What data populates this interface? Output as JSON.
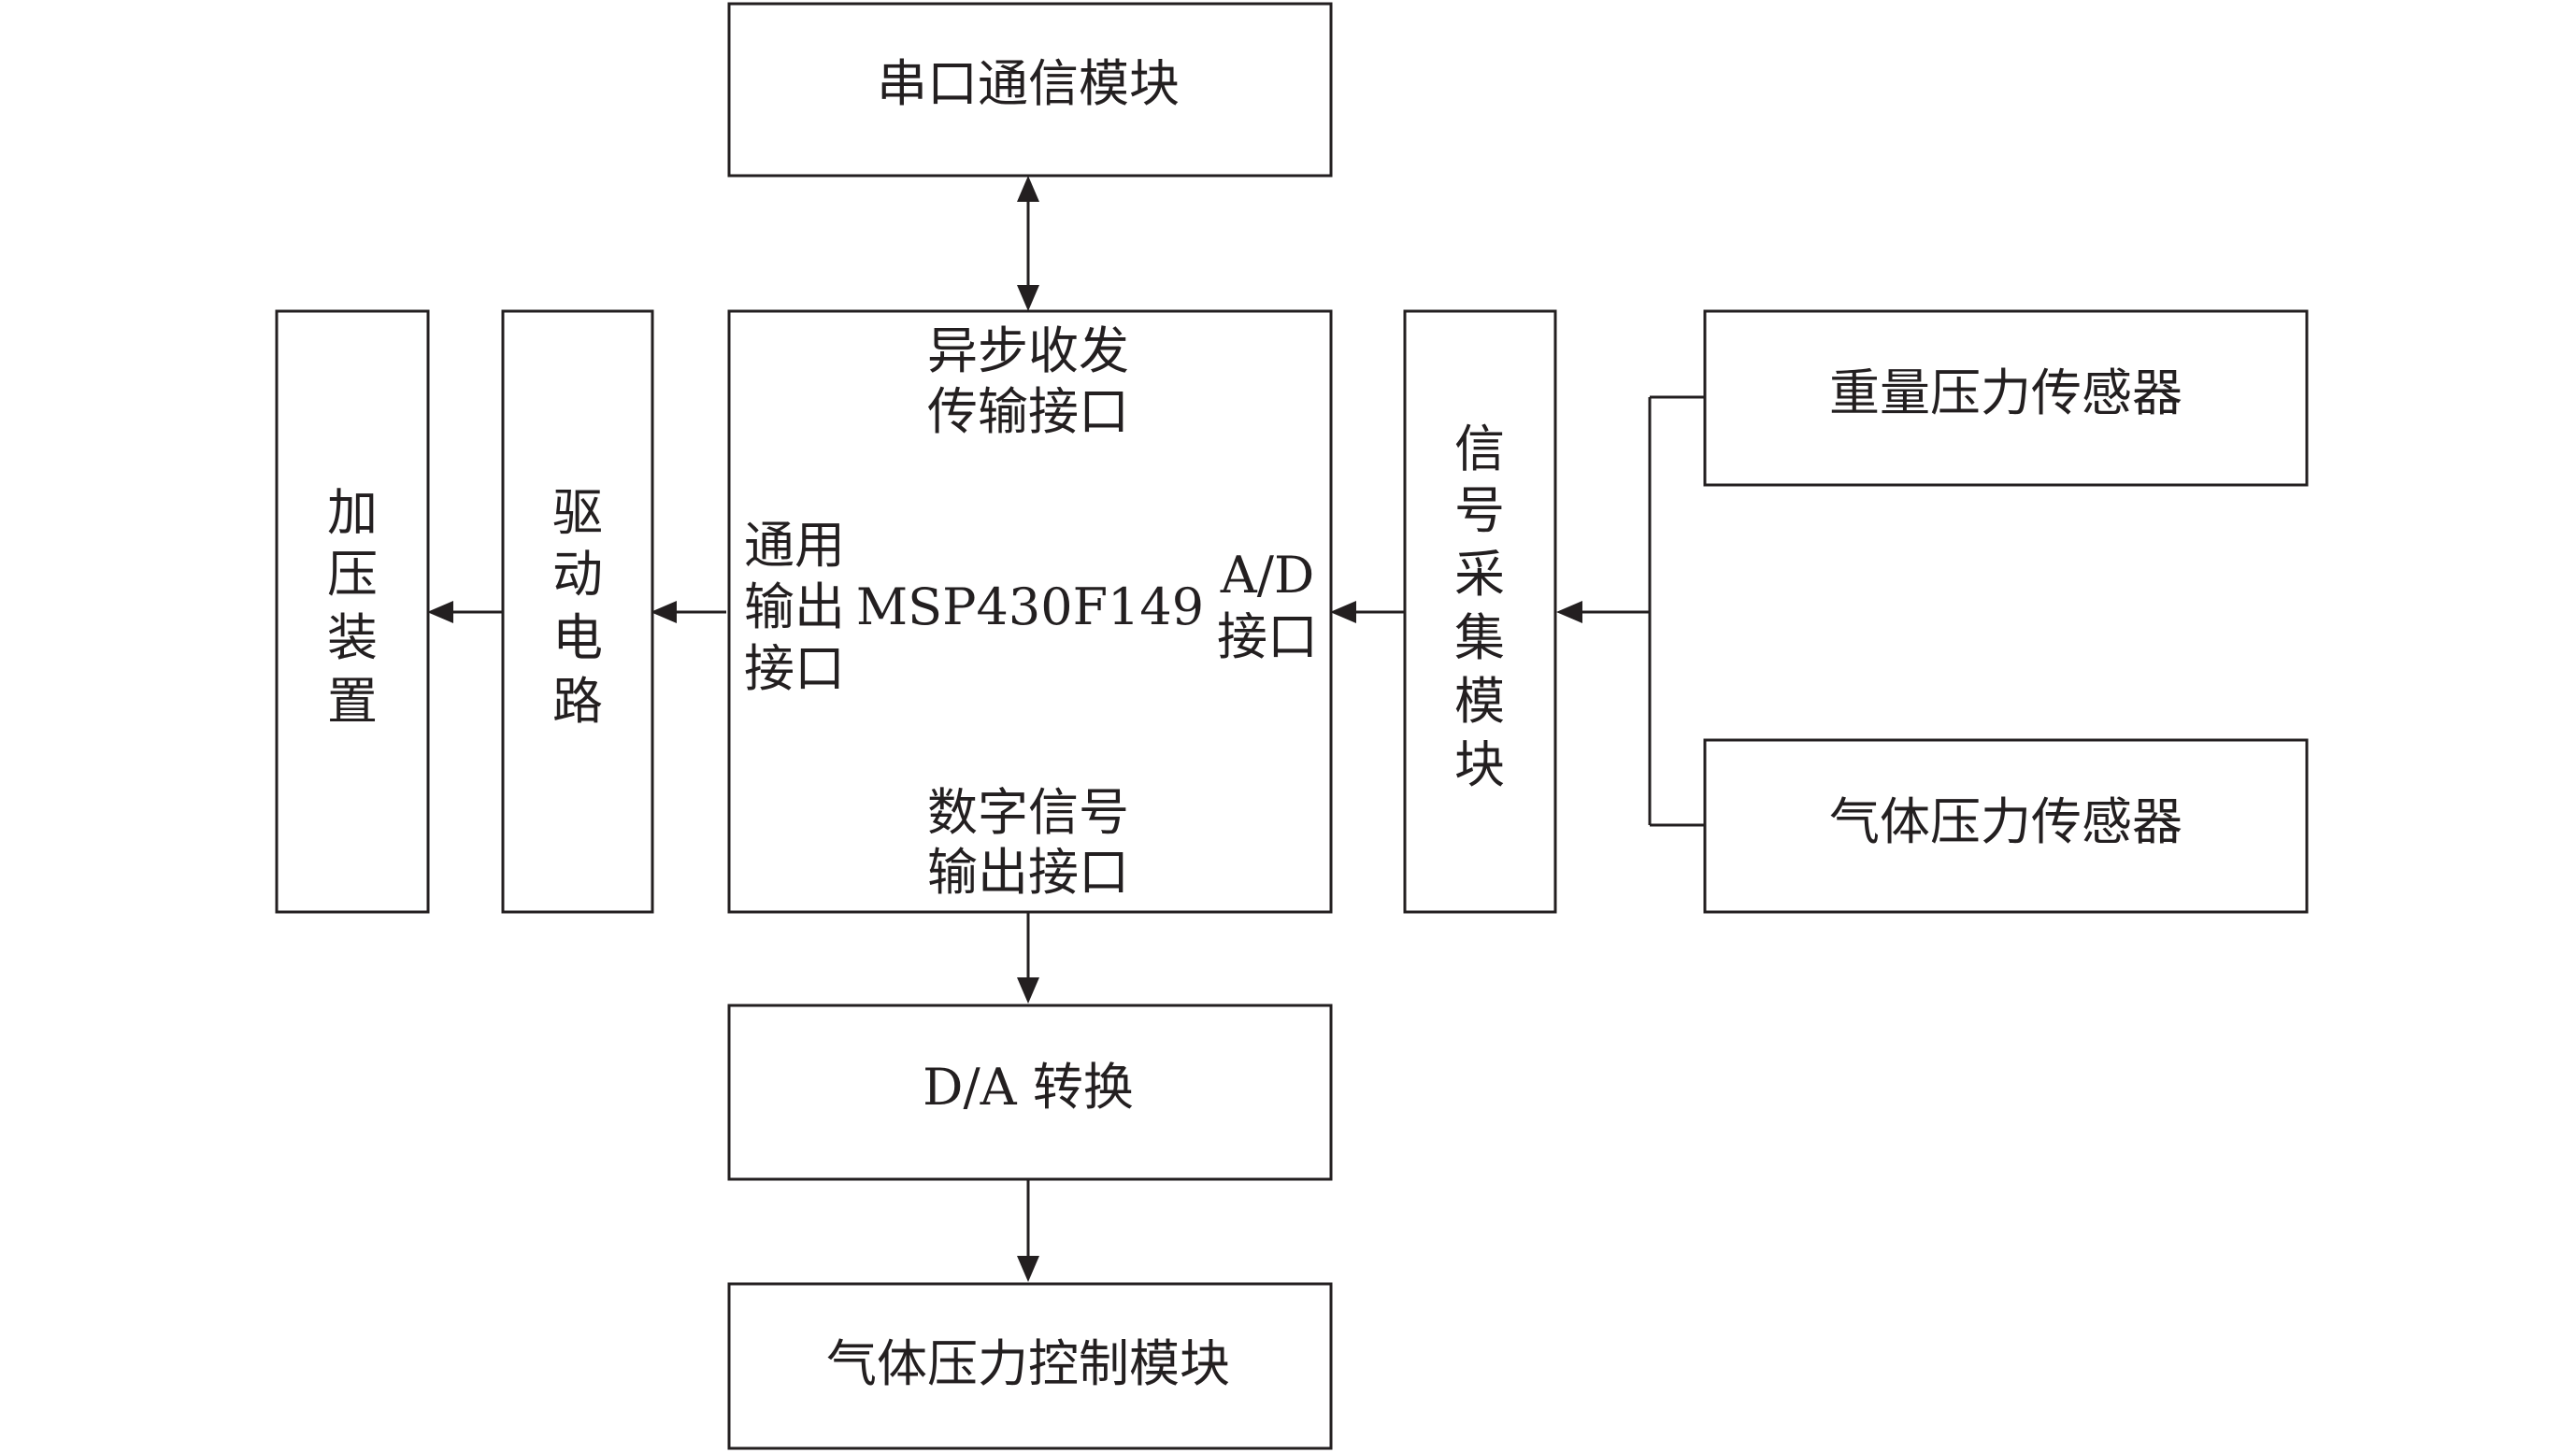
{
  "blocks": {
    "serial_module": "串口通信模块",
    "mcu": {
      "name": "MSP430F149",
      "uart_port": [
        "异步收发",
        "传输接口"
      ],
      "gpio_port": [
        "通用",
        "输出",
        "接口"
      ],
      "adc_port": [
        "A/D",
        "接口"
      ],
      "digital_out_port": [
        "数字信号",
        "输出接口"
      ]
    },
    "pressurizer": [
      "加",
      "压",
      "装",
      "置"
    ],
    "driver_circuit": [
      "驱",
      "动",
      "电",
      "路"
    ],
    "signal_acquisition": [
      "信",
      "号",
      "采",
      "集",
      "模",
      "块"
    ],
    "weight_sensor": "重量压力传感器",
    "gas_sensor": "气体压力传感器",
    "da_converter": "D/A 转换",
    "gas_control_module": "气体压力控制模块"
  },
  "colors": {
    "line": "#231f20",
    "box_fill": "#ffffff",
    "background": "#ffffff"
  }
}
